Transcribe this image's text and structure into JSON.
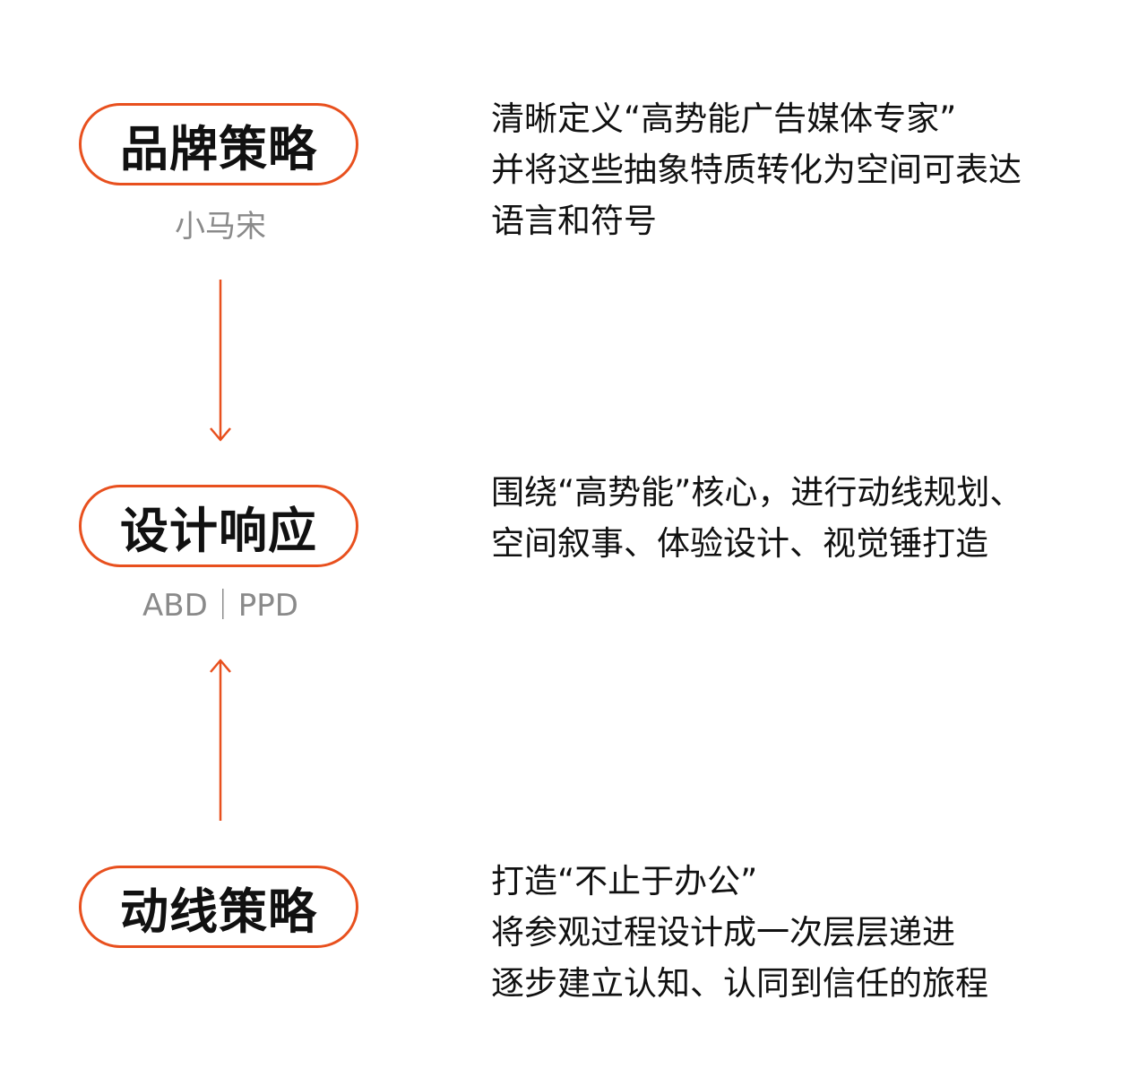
{
  "nodes": [
    {
      "title": "品牌策略",
      "subtitle": "小马宋",
      "lines": [
        "清晰定义“高势能广告媒体专家”",
        "并将这些抽象特质转化为空间可表达",
        "语言和符号"
      ]
    },
    {
      "title": "设计响应",
      "subtitle": "ABD｜PPD",
      "lines": [
        "围绕“高势能”核心，进行动线规划、",
        "空间叙事、体验设计、视觉锤打造"
      ]
    },
    {
      "title": "动线策略",
      "subtitle": "",
      "lines": [
        "打造“不止于办公”",
        "将参观过程设计成一次层层递进",
        "逐步建立认知、认同到信任的旅程"
      ]
    }
  ],
  "colors": {
    "accent": "#e8501e",
    "text": "#111111",
    "subtext": "#8a8a8a"
  }
}
